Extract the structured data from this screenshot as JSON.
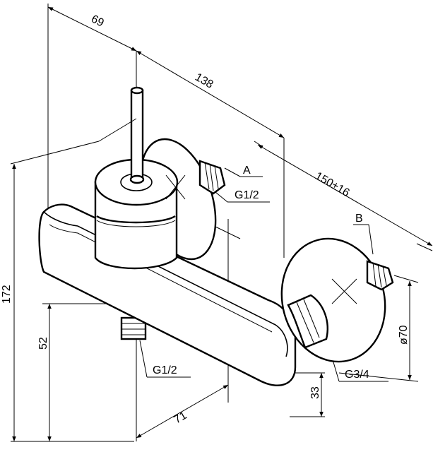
{
  "dimensions": {
    "d69": "69",
    "d138": "138",
    "d150": "150±16",
    "d172": "172",
    "d52": "52",
    "d71": "71",
    "d33": "33",
    "d70": "ø70"
  },
  "callouts": {
    "a": "A",
    "b": "B",
    "g12_top": "G1/2",
    "g12_bottom": "G1/2",
    "g34": "G3/4"
  }
}
